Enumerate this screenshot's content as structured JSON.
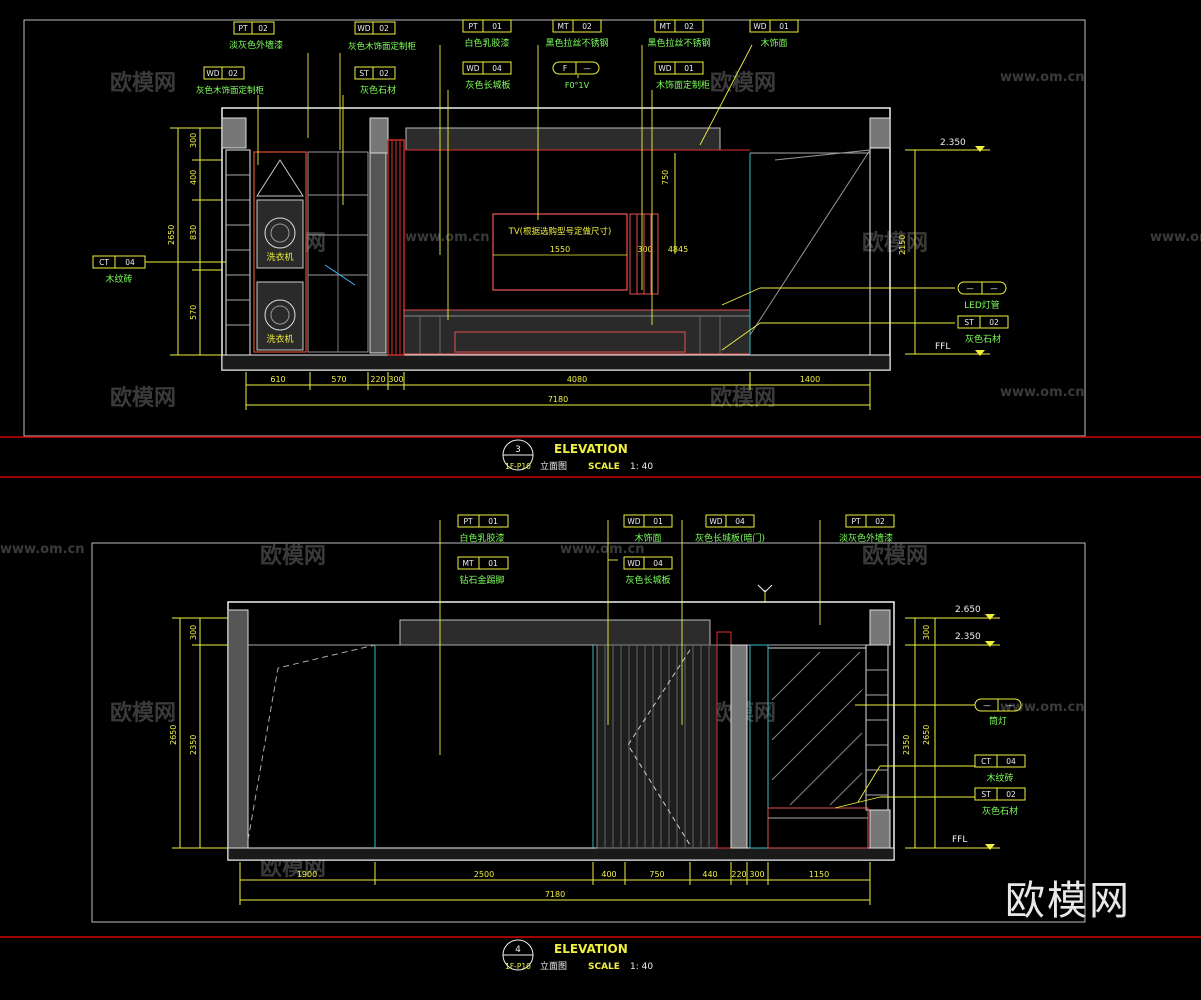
{
  "drawings": [
    {
      "number": "3",
      "title": "ELEVATION",
      "sheet": "1F-P10",
      "name": "立面图",
      "scale_label": "SCALE",
      "scale": "1: 40",
      "heights": [
        "2.350",
        "FFL"
      ],
      "tags": [
        {
          "code": "PT",
          "num": "02",
          "text": "淡灰色外墙漆"
        },
        {
          "code": "WD",
          "num": "02",
          "text": "灰色木饰面定制柜"
        },
        {
          "code": "ST",
          "num": "02",
          "text": "灰色石材"
        },
        {
          "code": "WD",
          "num": "02",
          "text": "灰色木饰面定制柜"
        },
        {
          "code": "PT",
          "num": "01",
          "text": "白色乳胶漆"
        },
        {
          "code": "WD",
          "num": "04",
          "text": "灰色长城板"
        },
        {
          "code": "MT",
          "num": "02",
          "text": "黑色拉丝不锈钢"
        },
        {
          "code": "F",
          "num": "—",
          "text": "F0°1V"
        },
        {
          "code": "MT",
          "num": "02",
          "text": "黑色拉丝不锈钢"
        },
        {
          "code": "WD",
          "num": "01",
          "text": "木饰面定制柜"
        },
        {
          "code": "WD",
          "num": "01",
          "text": "木饰面"
        },
        {
          "code": "CT",
          "num": "04",
          "text": "木纹砖"
        },
        {
          "code": "—",
          "num": "—",
          "text": "LED灯管"
        },
        {
          "code": "ST",
          "num": "02",
          "text": "灰色石材"
        }
      ],
      "labels": [
        "TV(根据选购型号定做尺寸)",
        "洗衣机",
        "洗衣机",
        "1550",
        "4845",
        "300"
      ],
      "dimensions_bottom": [
        "610",
        "570",
        "220",
        "300",
        "4080",
        "1400"
      ],
      "total": "7180",
      "dimensions_left": [
        "300",
        "400",
        "830",
        "570",
        "2650"
      ],
      "dimensions_right": [
        "750",
        "2150"
      ]
    },
    {
      "number": "4",
      "title": "ELEVATION",
      "sheet": "1F-P10",
      "name": "立面图",
      "scale_label": "SCALE",
      "scale": "1: 40",
      "heights": [
        "2.650",
        "2.350",
        "FFL"
      ],
      "tags": [
        {
          "code": "PT",
          "num": "01",
          "text": "白色乳胶漆"
        },
        {
          "code": "WD",
          "num": "01",
          "text": "木饰面"
        },
        {
          "code": "WD",
          "num": "04",
          "text": "灰色长城板(暗门)"
        },
        {
          "code": "PT",
          "num": "02",
          "text": "淡灰色外墙漆"
        },
        {
          "code": "MT",
          "num": "01",
          "text": "钻石金踢脚"
        },
        {
          "code": "WD",
          "num": "04",
          "text": "灰色长城板"
        },
        {
          "code": "—",
          "num": "—",
          "text": "筒灯"
        },
        {
          "code": "CT",
          "num": "04",
          "text": "木纹砖"
        },
        {
          "code": "ST",
          "num": "02",
          "text": "灰色石材"
        }
      ],
      "dimensions_bottom": [
        "1900",
        "2500",
        "400",
        "750",
        "440",
        "220",
        "300",
        "1150"
      ],
      "total": "7180",
      "dimensions_left": [
        "300",
        "2350",
        "2650"
      ],
      "dimensions_right": [
        "300",
        "2350",
        "2650"
      ]
    }
  ],
  "watermarks": {
    "logo": "欧模网",
    "url": "www.om.cn",
    "big": "欧模网"
  }
}
